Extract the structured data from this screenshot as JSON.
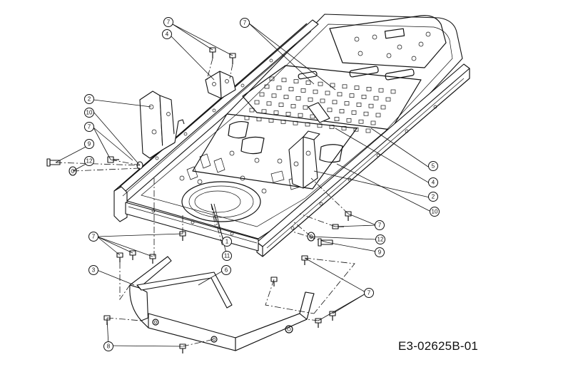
{
  "diagram": {
    "title": "Exploded parts diagram: mower deck frame",
    "drawing_code": "E3-02625B-01",
    "callouts": [
      {
        "id": "c7-top-left",
        "label": "7"
      },
      {
        "id": "c4-top",
        "label": "4"
      },
      {
        "id": "c7-top-right",
        "label": "7"
      },
      {
        "id": "c2-left",
        "label": "2"
      },
      {
        "id": "c10-left",
        "label": "10"
      },
      {
        "id": "c7-left",
        "label": "7"
      },
      {
        "id": "c9-left",
        "label": "9"
      },
      {
        "id": "c12-left",
        "label": "12"
      },
      {
        "id": "c5-right",
        "label": "5"
      },
      {
        "id": "c4-right",
        "label": "4"
      },
      {
        "id": "c2-right",
        "label": "2"
      },
      {
        "id": "c10-right",
        "label": "10"
      },
      {
        "id": "c7-right-mid",
        "label": "7"
      },
      {
        "id": "c12-right",
        "label": "12"
      },
      {
        "id": "c9-right",
        "label": "9"
      },
      {
        "id": "c1-center",
        "label": "1"
      },
      {
        "id": "c11-center",
        "label": "11"
      },
      {
        "id": "c7-lower-left",
        "label": "7"
      },
      {
        "id": "c3-left",
        "label": "3"
      },
      {
        "id": "c6-center",
        "label": "6"
      },
      {
        "id": "c7-lower-right",
        "label": "7"
      },
      {
        "id": "c8-bottom",
        "label": "8"
      }
    ]
  }
}
